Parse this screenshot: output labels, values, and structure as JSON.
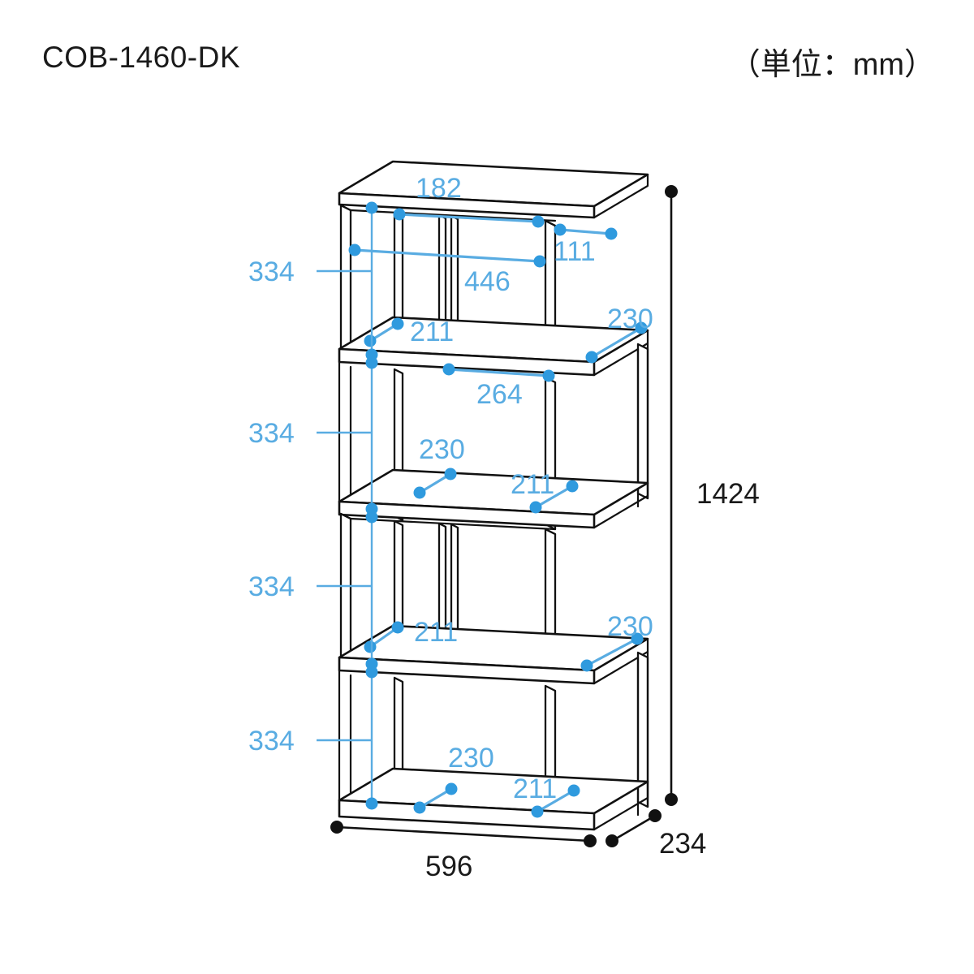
{
  "header": {
    "model_code": "COB-1460-DK",
    "unit_note": "（単位：mm）"
  },
  "drawing": {
    "type": "isometric-line-drawing",
    "subject": "4-tier zigzag open bookshelf",
    "blue_color": "#59ace2",
    "black_color": "#1a1a1a"
  },
  "dimensions": {
    "overall": {
      "height": "1424",
      "width": "596",
      "depth": "234"
    },
    "tier_heights": {
      "tier1": "334",
      "tier2": "334",
      "tier3": "334",
      "tier4": "334"
    },
    "tier1": {
      "top_width": "182",
      "side_height": "111",
      "inner_width": "446",
      "shelf_thickness_left": "211",
      "shelf_depth_right": "230"
    },
    "tier2": {
      "inner_width": "264",
      "left_width": "230",
      "right_width": "211",
      "shelf_depth_right": "230"
    },
    "tier3": {
      "left_width": "211",
      "shelf_depth_right": "230"
    },
    "tier4": {
      "left_width": "230",
      "right_width": "211"
    }
  },
  "labels": {
    "t1_182": "182",
    "t1_111": "111",
    "t1_446": "446",
    "t1_211": "211",
    "t1_230": "230",
    "t2_264": "264",
    "t2_230": "230",
    "t2_211": "211",
    "t3_211": "211",
    "t3_230": "230",
    "t4_230": "230",
    "t4_211": "211",
    "h1_334": "334",
    "h2_334": "334",
    "h3_334": "334",
    "h4_334": "334",
    "total_height": "1424",
    "total_width": "596",
    "total_depth": "234"
  }
}
